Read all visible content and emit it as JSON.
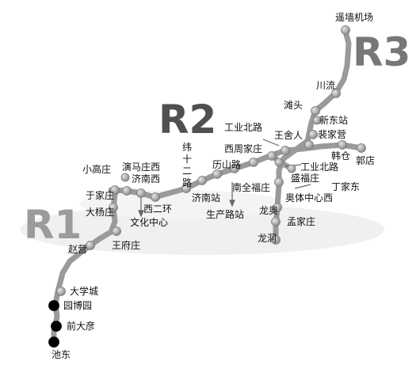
{
  "map": {
    "lines": [
      {
        "id": "R1",
        "label": "R1"
      },
      {
        "id": "R2",
        "label": "R2"
      },
      {
        "id": "R3",
        "label": "R3"
      }
    ],
    "stations": {
      "s1": "遥墙机场",
      "s2": "川流",
      "s3": "滩头",
      "s4": "新东站",
      "s5": "裴家营",
      "s6": "工业北路",
      "s7": "王舍人",
      "s8": "西周家庄",
      "s9": "韩仓",
      "s10": "郭店",
      "s11": "纬十二路",
      "s12": "历山路",
      "s13": "工业北路",
      "s14": "小高庄",
      "s15": "演马庄西",
      "s16": "济南西",
      "s17": "盛福庄",
      "s18": "丁家东",
      "s19": "南全福庄",
      "s20": "奥体中心西",
      "s21": "于家庄",
      "s22": "大杨庄",
      "s23": "西二环",
      "s24": "文化中心",
      "s25": "济南站",
      "s26": "龙奥",
      "s27": "孟家庄",
      "s28": "生产路站",
      "s29": "龙洞",
      "s30": "王府庄",
      "s31": "赵营",
      "s32": "大学城",
      "s33": "园博园",
      "s34": "前大彦",
      "s35": "池东"
    },
    "colors": {
      "line": "#9a9a9a",
      "station": "#a6a6a6",
      "interchange": "#000000",
      "brand_text": "#505050"
    }
  }
}
